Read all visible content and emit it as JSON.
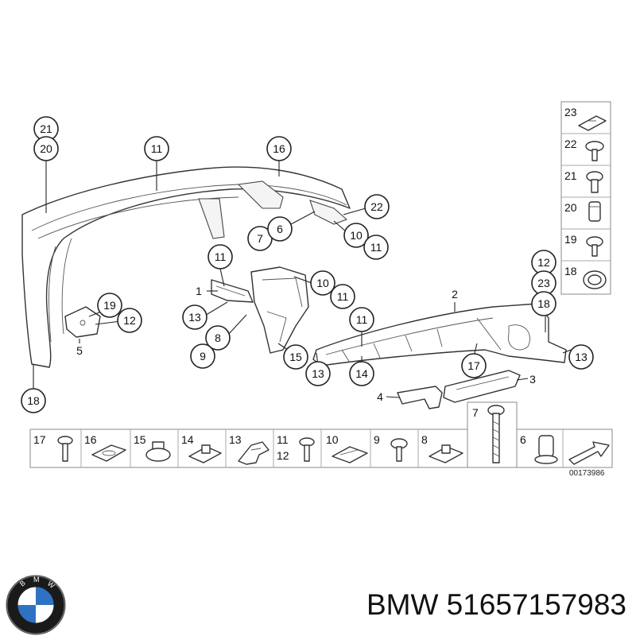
{
  "diagram": {
    "diagram_id": "00173986",
    "callouts": [
      "21",
      "20",
      "11",
      "16",
      "22",
      "7",
      "6",
      "10",
      "11",
      "11",
      "1",
      "10",
      "11",
      "13",
      "19",
      "12",
      "8",
      "9",
      "15",
      "2",
      "11",
      "12",
      "23",
      "18",
      "13",
      "14",
      "13",
      "17",
      "3",
      "4",
      "5",
      "18"
    ],
    "parts_strip": {
      "items": [
        {
          "numbers": [
            "17"
          ],
          "icon": "screw-icon"
        },
        {
          "numbers": [
            "16"
          ],
          "icon": "clip-icon"
        },
        {
          "numbers": [
            "15"
          ],
          "icon": "nut-icon"
        },
        {
          "numbers": [
            "14"
          ],
          "icon": "clip-nut-icon"
        },
        {
          "numbers": [
            "13"
          ],
          "icon": "bracket-clip-icon"
        },
        {
          "numbers": [
            "11",
            "12"
          ],
          "icon": "screw-icon"
        },
        {
          "numbers": [
            "10"
          ],
          "icon": "clip-nut-icon"
        },
        {
          "numbers": [
            "9"
          ],
          "icon": "screw-icon"
        },
        {
          "numbers": [
            "8"
          ],
          "icon": "clip-nut-icon"
        },
        {
          "numbers": [
            "7"
          ],
          "icon": "long-bolt-icon"
        },
        {
          "numbers": [
            "6"
          ],
          "icon": "expanding-nut-icon"
        }
      ]
    },
    "side_panel": {
      "items": [
        {
          "number": "23",
          "icon": "clip-nut-icon"
        },
        {
          "number": "22",
          "icon": "screw-icon"
        },
        {
          "number": "21",
          "icon": "screw-icon"
        },
        {
          "number": "20",
          "icon": "spacer-icon"
        },
        {
          "number": "19",
          "icon": "screw-icon"
        },
        {
          "number": "18",
          "icon": "grommet-icon"
        }
      ]
    }
  },
  "footer": {
    "brand": "BMW",
    "part_number": "51657157983",
    "brand_line": "BMW 51657157983"
  },
  "logo": {
    "letters": "BMW",
    "colors": {
      "ring": "#1a1a1a",
      "blue": "#2f72c4",
      "white": "#ffffff"
    }
  }
}
